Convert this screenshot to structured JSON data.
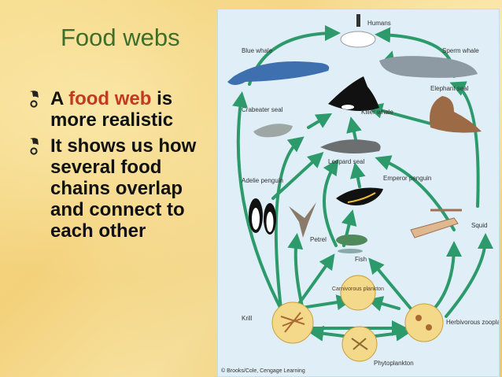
{
  "slide": {
    "title": "Food webs",
    "bullets": [
      {
        "text_pre": "A ",
        "text_highlight": "food web",
        "text_post": " is more realistic"
      },
      {
        "text_pre": "It shows us how several food chains overlap and connect to each other"
      }
    ]
  },
  "figure": {
    "nodes": {
      "humans": "Humans",
      "blue_whale": "Blue whale",
      "sperm_whale": "Sperm whale",
      "elephant_seal": "Elephant seal",
      "crabeater_seal": "Crabeater seal",
      "killer_whale": "Killer whale",
      "leopard_seal": "Leopard seal",
      "adelie_penguin": "Adelie penguin",
      "emperor_penguin": "Emperor penguin",
      "petrel": "Petrel",
      "squid": "Squid",
      "fish": "Fish",
      "carnivorous_plankton": "Carnivorous plankton",
      "krill": "Krill",
      "herbivorous_zooplankton": "Herbivorous zooplankton",
      "phytoplankton": "Phytoplankton"
    },
    "credit": "© Brooks/Cole, Cengage Learning"
  },
  "colors": {
    "title": "#3f6d2a",
    "highlight": "#c03b22",
    "arrow": "#2c9a6a",
    "figure_bg": "#dfeef7"
  }
}
